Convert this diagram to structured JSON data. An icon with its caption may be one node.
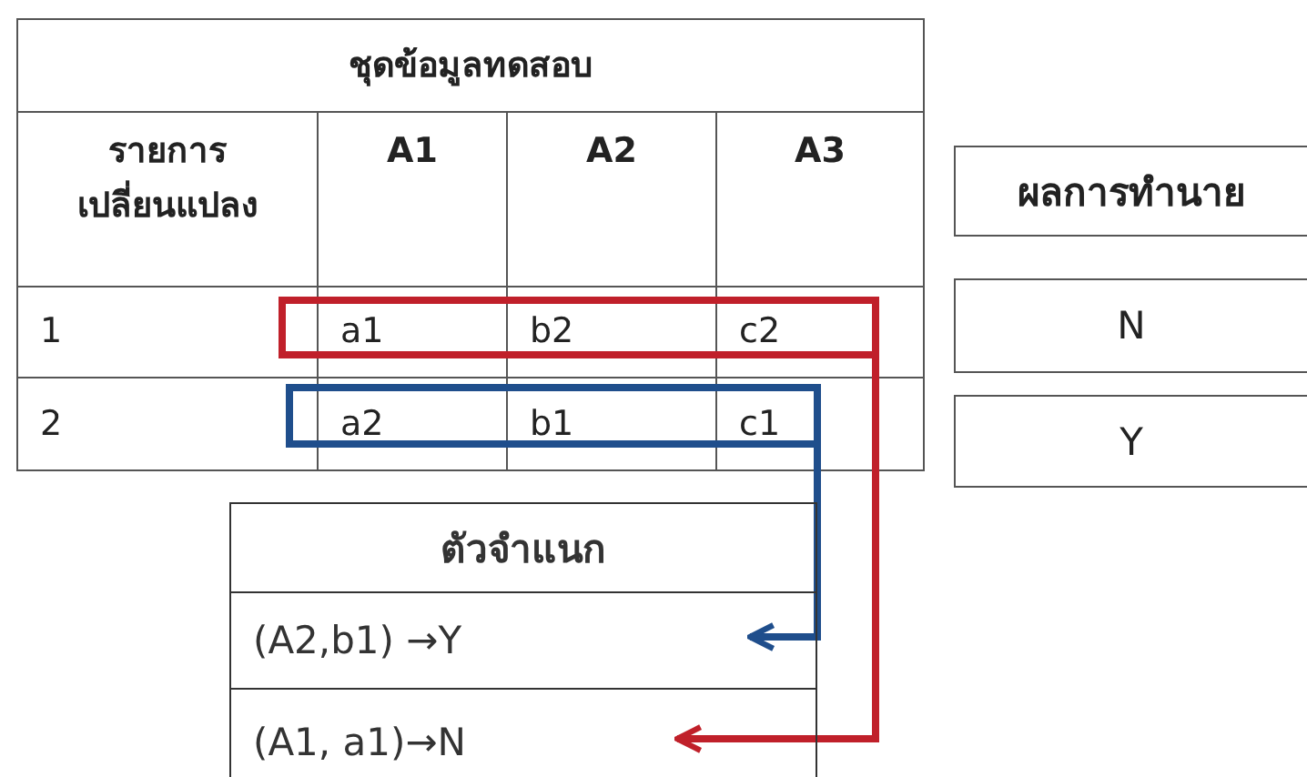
{
  "diagram": {
    "nodes": [
      {
        "text": [],
        "shape": "box"
      },
      {
        "text": [],
        "shape": "box"
      },
      {
        "text": [
          "ผลการทำนาย"
        ]
      },
      {
        "text": [
          "N"
        ]
      },
      {
        "text": [
          "Y"
        ]
      },
      {
        "text": [
          "ตัวจำแนก"
        ]
      },
      {
        "text": [
          "(A2,b1) →Y"
        ]
      },
      {
        "text": [
          "(A1, a1)→N"
        ]
      }
    ],
    "edges": [
      {
        "from": 0,
        "to": 7,
        "arrow": "to",
        "color": "#c0202a"
      },
      {
        "from": 1,
        "to": 6,
        "arrow": "to",
        "color": "#1f4e8c"
      }
    ],
    "labels": [
      "ชุดข้อมูลทดสอบ",
      "รายการเปลี่ยนแปลง",
      "A1",
      "A2",
      "A3",
      "1",
      "a1",
      "b2",
      "c2",
      "2",
      "a2",
      "b1",
      "c1"
    ]
  }
}
